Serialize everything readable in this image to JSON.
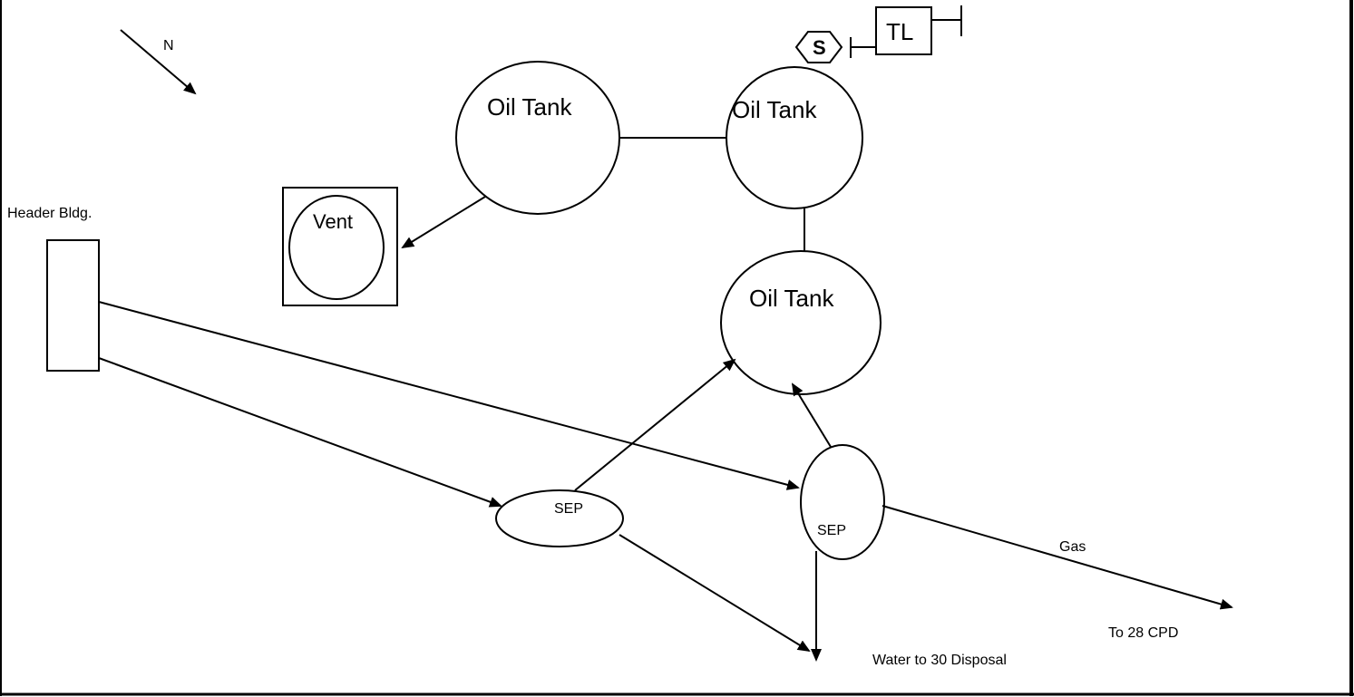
{
  "compass": {
    "label": "N"
  },
  "header_building": {
    "label": "Header Bldg."
  },
  "vent": {
    "label": "Vent"
  },
  "tanks": [
    {
      "label": "Oil Tank"
    },
    {
      "label": "Oil Tank"
    },
    {
      "label": "Oil Tank"
    }
  ],
  "separators": [
    {
      "label": "SEP"
    },
    {
      "label": "SEP"
    }
  ],
  "symbols": {
    "hexagon": "S",
    "box": "TL"
  },
  "flows": {
    "gas": "Gas",
    "gas_destination": "To 28 CPD",
    "water_destination": "Water to 30 Disposal"
  }
}
